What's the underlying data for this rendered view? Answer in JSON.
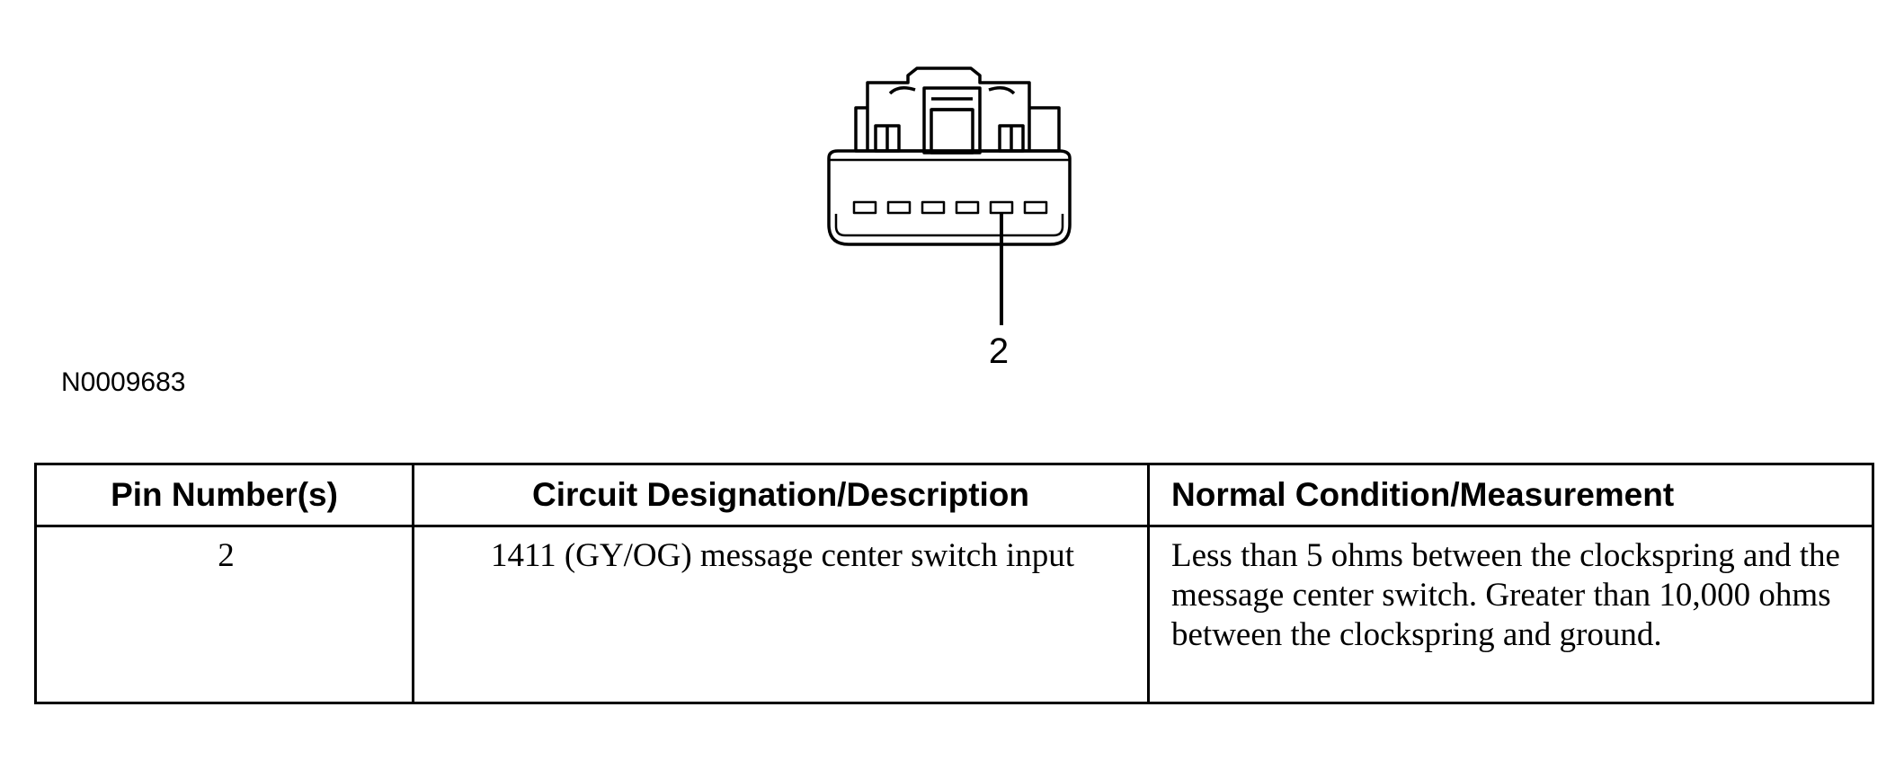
{
  "figure": {
    "pin_callout": "2",
    "figure_id": "N0009683"
  },
  "table": {
    "headers": [
      "Pin Number(s)",
      "Circuit Designation/Description",
      "Normal Condition/Measurement"
    ],
    "rows": [
      {
        "pin": "2",
        "circuit": "1411 (GY/OG) message center switch input",
        "measurement": "Less than 5 ohms between the clockspring and the message center switch. Greater than 10,000 ohms between the clockspring and ground."
      }
    ]
  }
}
